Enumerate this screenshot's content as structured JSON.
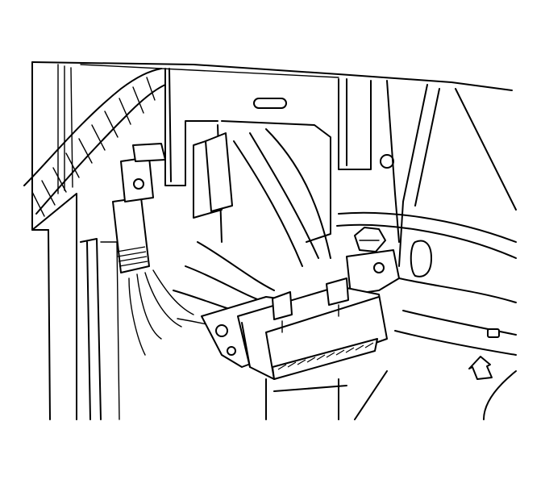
{
  "figure": {
    "line_color": "#000000",
    "background_color": "#ffffff",
    "parts": [
      "dash-panel-edge",
      "left-trim-panel",
      "wiring-harness-taped",
      "harness-connector-left",
      "steering-column-bracket",
      "nut",
      "obd-connector",
      "obd-mounting-bracket",
      "knee-bolster-structure",
      "direction-arrow"
    ]
  }
}
